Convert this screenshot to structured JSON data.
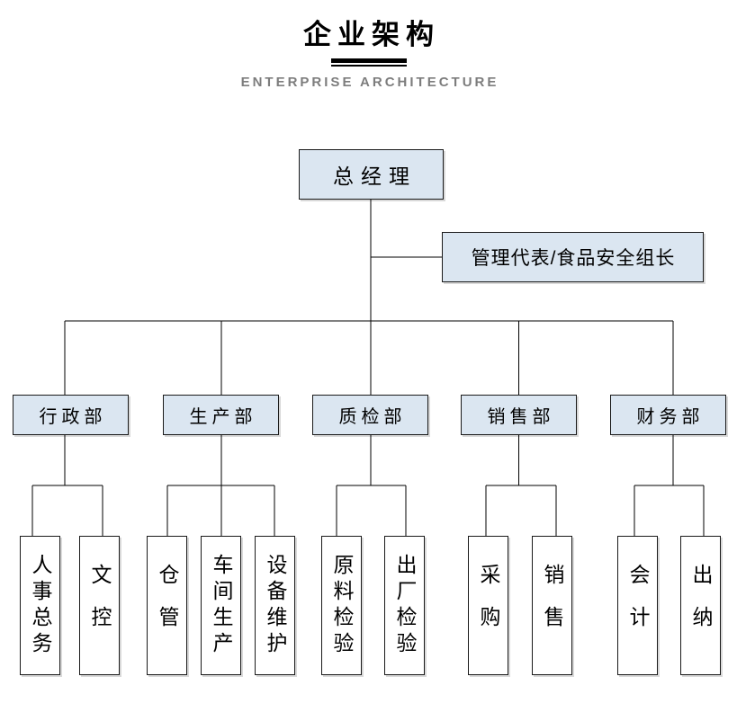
{
  "header": {
    "title": "企业架构",
    "subtitle": "ENTERPRISE ARCHITECTURE"
  },
  "org": {
    "root": {
      "label": "总经理"
    },
    "staff": {
      "label": "管理代表/食品安全组长"
    },
    "departments": [
      {
        "label": "行政部",
        "children": [
          "人事总务",
          "文控"
        ]
      },
      {
        "label": "生产部",
        "children": [
          "仓管",
          "车间生产",
          "设备维护"
        ]
      },
      {
        "label": "质检部",
        "children": [
          "原料检验",
          "出厂检验"
        ]
      },
      {
        "label": "销售部",
        "children": [
          "采购",
          "销售"
        ]
      },
      {
        "label": "财务部",
        "children": [
          "会计",
          "出纳"
        ]
      }
    ]
  },
  "colors": {
    "node_fill": "#dbe6f1",
    "leaf_fill": "#ffffff",
    "box_border": "#1a1a1a",
    "connector_line": "#000000",
    "title_text": "#000000",
    "subtitle_text": "#7d7d7d"
  }
}
